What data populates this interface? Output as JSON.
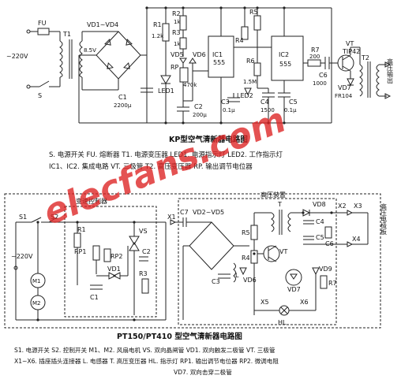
{
  "diagram_kp": {
    "title": "KP型空气清新器电路图",
    "labels": {
      "fu": "FU",
      "t1": "T1",
      "vd": "VD1~VD4",
      "v220": "~220V",
      "s": "S",
      "v85": "8.5V",
      "r1": "R1",
      "r1v": "1.2k",
      "r2": "R2",
      "r2v": "1k",
      "r3": "R3",
      "r3v": "1k",
      "vd5": "VD5",
      "vd6": "VD6",
      "rp": "RP",
      "rpv": "470k",
      "led1": "LED1",
      "c1": "C1",
      "c1v": "2200μ",
      "c2": "C2",
      "c2v": "200μ",
      "ic1": "IC1",
      "ic1n": "555",
      "r4": "R4",
      "r5": "R5",
      "r6": "R6",
      "r6v": "1.5M",
      "c3": "C3",
      "c3v": "0.1μ",
      "c4": "C4",
      "c4v": "1500",
      "ic2": "IC2",
      "ic2n": "555",
      "c5": "C5",
      "c5v": "0.1μ",
      "r7": "R7",
      "r7v": "200",
      "c6": "C6",
      "c6v": "1000",
      "vt": "VT",
      "vtn": "TIP42",
      "vd7": "VD7",
      "vd7n": "FR104",
      "t2": "T2",
      "out": "高压输出",
      "led2": "LED2"
    },
    "caption": [
      "S. 电源开关   FU. 熔断器   T1. 电源变压器   LED1. 电源指示灯   LED2. 工作指示灯",
      "IC1、IC2. 集成电路   VT. 三极管   T2. 高压变压器   RP. 输出调节电位器"
    ]
  },
  "diagram_pt": {
    "title": "PT150/PT410 型空气清新器电路图",
    "labels": {
      "s1": "S1",
      "s2": "S2",
      "v220": "~220V",
      "speed": "变速控制器",
      "r1": "R1",
      "rp1": "RP1",
      "rp2": "RP2",
      "vs": "VS",
      "vd1": "VD1",
      "c1": "C1",
      "c2": "C2",
      "r3": "R3",
      "m1": "M1",
      "m2": "M2",
      "x1": "X1",
      "c7": "C7",
      "vd2": "VD2~VD5",
      "hv": "高压装置",
      "r5": "R5",
      "r4": "R4",
      "c3": "C3",
      "l": "L",
      "vd6": "VD6",
      "vt": "VT",
      "t": "T",
      "vd8": "VD8",
      "c4": "C4",
      "c5": "C5",
      "c6": "C6",
      "vd7": "VD7",
      "vd9": "VD9",
      "r7": "R7",
      "x5": "X5",
      "x6": "X6",
      "hl": "HL",
      "x2": "X2",
      "x3": "X3",
      "x4": "X4",
      "hvout": "高压电极板"
    },
    "caption": [
      "S1. 电源开关   S2. 控制开关   M1、M2. 风扇电机   VS. 双向晶闸管   VD1. 双向触发二极管   VT. 三极管",
      "X1~X6. 插座插头连接器   L. 电感器   T. 高压变压器   HL. 指示灯   RP1. 输出调节电位器   RP2. 微调电阻",
      "VD7. 双向击穿二极管"
    ]
  },
  "watermark": "elecfans.com"
}
